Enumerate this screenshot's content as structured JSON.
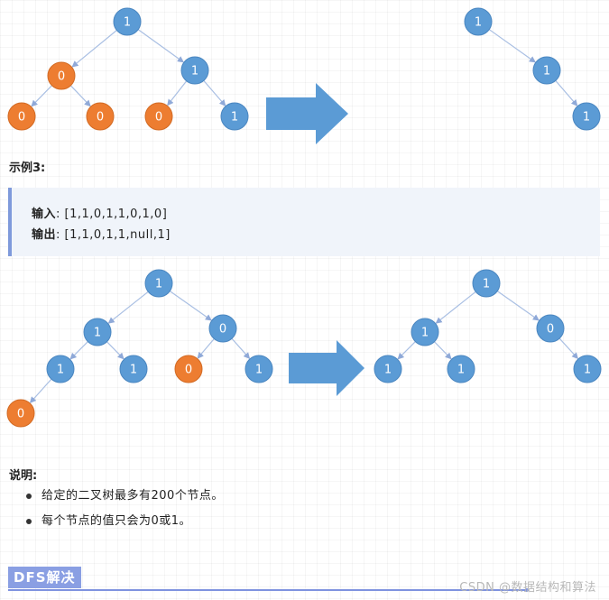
{
  "colors": {
    "node_one": "#5b9bd5",
    "node_zero": "#ed7d31",
    "node_one_stroke": "#4a86c0",
    "node_zero_stroke": "#d26a23",
    "arrow": "#5b9bd5",
    "edge": "#a9bfe3"
  },
  "example2_figure": {
    "left_tree": [
      {
        "id": "a",
        "value": "1",
        "kind": "one"
      },
      {
        "id": "b",
        "value": "0",
        "kind": "zero"
      },
      {
        "id": "c",
        "value": "1",
        "kind": "one"
      },
      {
        "id": "d",
        "value": "0",
        "kind": "zero"
      },
      {
        "id": "e",
        "value": "0",
        "kind": "zero"
      },
      {
        "id": "f",
        "value": "0",
        "kind": "zero"
      },
      {
        "id": "g",
        "value": "1",
        "kind": "one"
      }
    ],
    "right_tree": [
      {
        "id": "a",
        "value": "1",
        "kind": "one"
      },
      {
        "id": "c",
        "value": "1",
        "kind": "one"
      },
      {
        "id": "g",
        "value": "1",
        "kind": "one"
      }
    ]
  },
  "example3": {
    "title": "示例3:",
    "input_label": "输入",
    "input_sep": ": ",
    "input_value": "[1,1,0,1,1,0,1,0]",
    "output_label": "输出",
    "output_sep": ": ",
    "output_value": "[1,1,0,1,1,null,1]"
  },
  "example3_figure": {
    "left_tree": [
      {
        "id": "a",
        "value": "1",
        "kind": "one"
      },
      {
        "id": "b",
        "value": "1",
        "kind": "one"
      },
      {
        "id": "c",
        "value": "0",
        "kind": "one"
      },
      {
        "id": "d",
        "value": "1",
        "kind": "one"
      },
      {
        "id": "e",
        "value": "1",
        "kind": "one"
      },
      {
        "id": "f",
        "value": "0",
        "kind": "zero"
      },
      {
        "id": "g",
        "value": "1",
        "kind": "one"
      },
      {
        "id": "h",
        "value": "0",
        "kind": "zero"
      }
    ],
    "right_tree": [
      {
        "id": "a",
        "value": "1",
        "kind": "one"
      },
      {
        "id": "b",
        "value": "1",
        "kind": "one"
      },
      {
        "id": "c",
        "value": "0",
        "kind": "one"
      },
      {
        "id": "d",
        "value": "1",
        "kind": "one"
      },
      {
        "id": "e",
        "value": "1",
        "kind": "one"
      },
      {
        "id": "g",
        "value": "1",
        "kind": "one"
      }
    ]
  },
  "notes": {
    "title": "说明:",
    "items": [
      "给定的二叉树最多有200个节点。",
      "每个节点的值只会为0或1。"
    ]
  },
  "section": {
    "title": "DFS解决"
  },
  "watermark": "CSDN @数据结构和算法"
}
